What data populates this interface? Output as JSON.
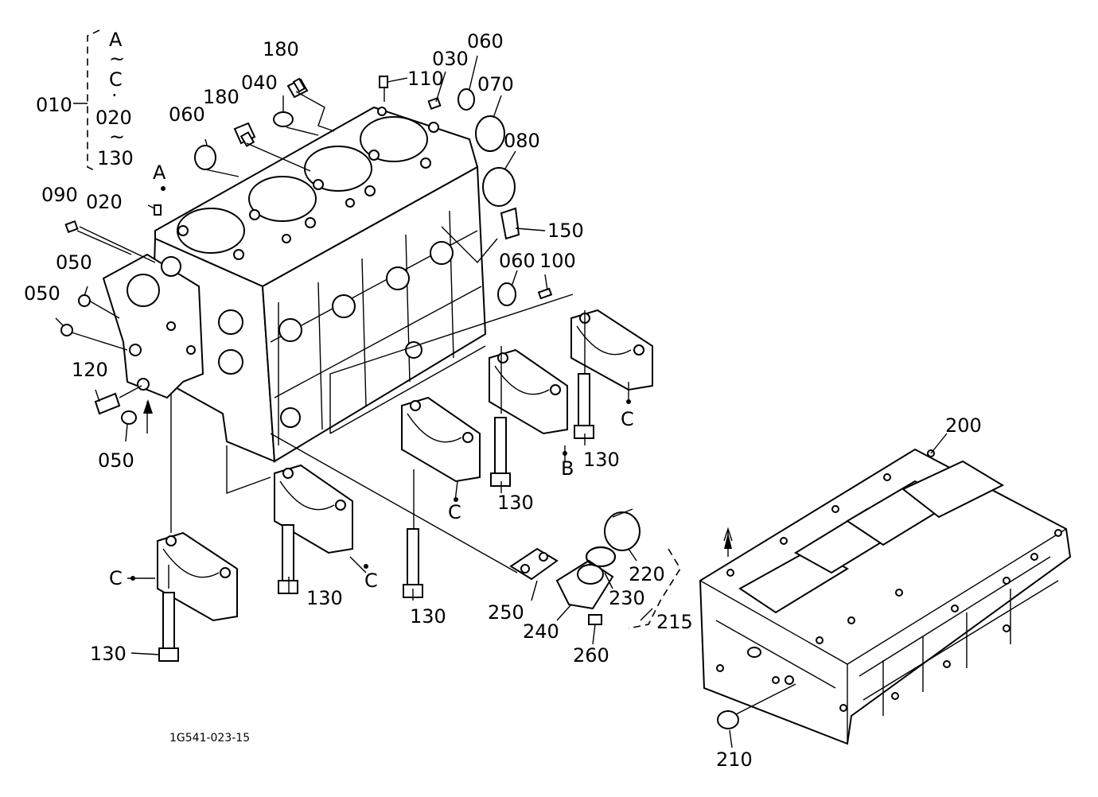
{
  "diagram": {
    "drawing_ref": "1G541-023-15",
    "bracket": {
      "number": "010",
      "range_top_from": "A",
      "tilde_1": "~",
      "range_top_to": "C",
      "dot": "·",
      "range_bottom_from": "020",
      "tilde_2": "~",
      "range_bottom_to": "130"
    },
    "part_labels": {
      "p180a": "180",
      "p180b": "180",
      "p040": "040",
      "p110": "110",
      "p030": "030",
      "p060a": "060",
      "p070": "070",
      "p060b": "060",
      "p080": "080",
      "p090": "090",
      "p020": "020",
      "p150": "150",
      "p060c": "060",
      "p100": "100",
      "p050a": "050",
      "p050b": "050",
      "p120": "120",
      "p050c": "050",
      "p130a": "130",
      "p130b": "130",
      "p130c": "130",
      "p130d": "130",
      "p130e": "130",
      "p200": "200",
      "p220": "220",
      "p230": "230",
      "p250": "250",
      "p240": "240",
      "p215": "215",
      "p260": "260",
      "p210": "210"
    },
    "ref_letters": {
      "a_block": "A",
      "b_cap": "B",
      "c_cap1": "C",
      "c_cap2": "C",
      "c_cap3": "C",
      "c_cap4": "C"
    }
  }
}
